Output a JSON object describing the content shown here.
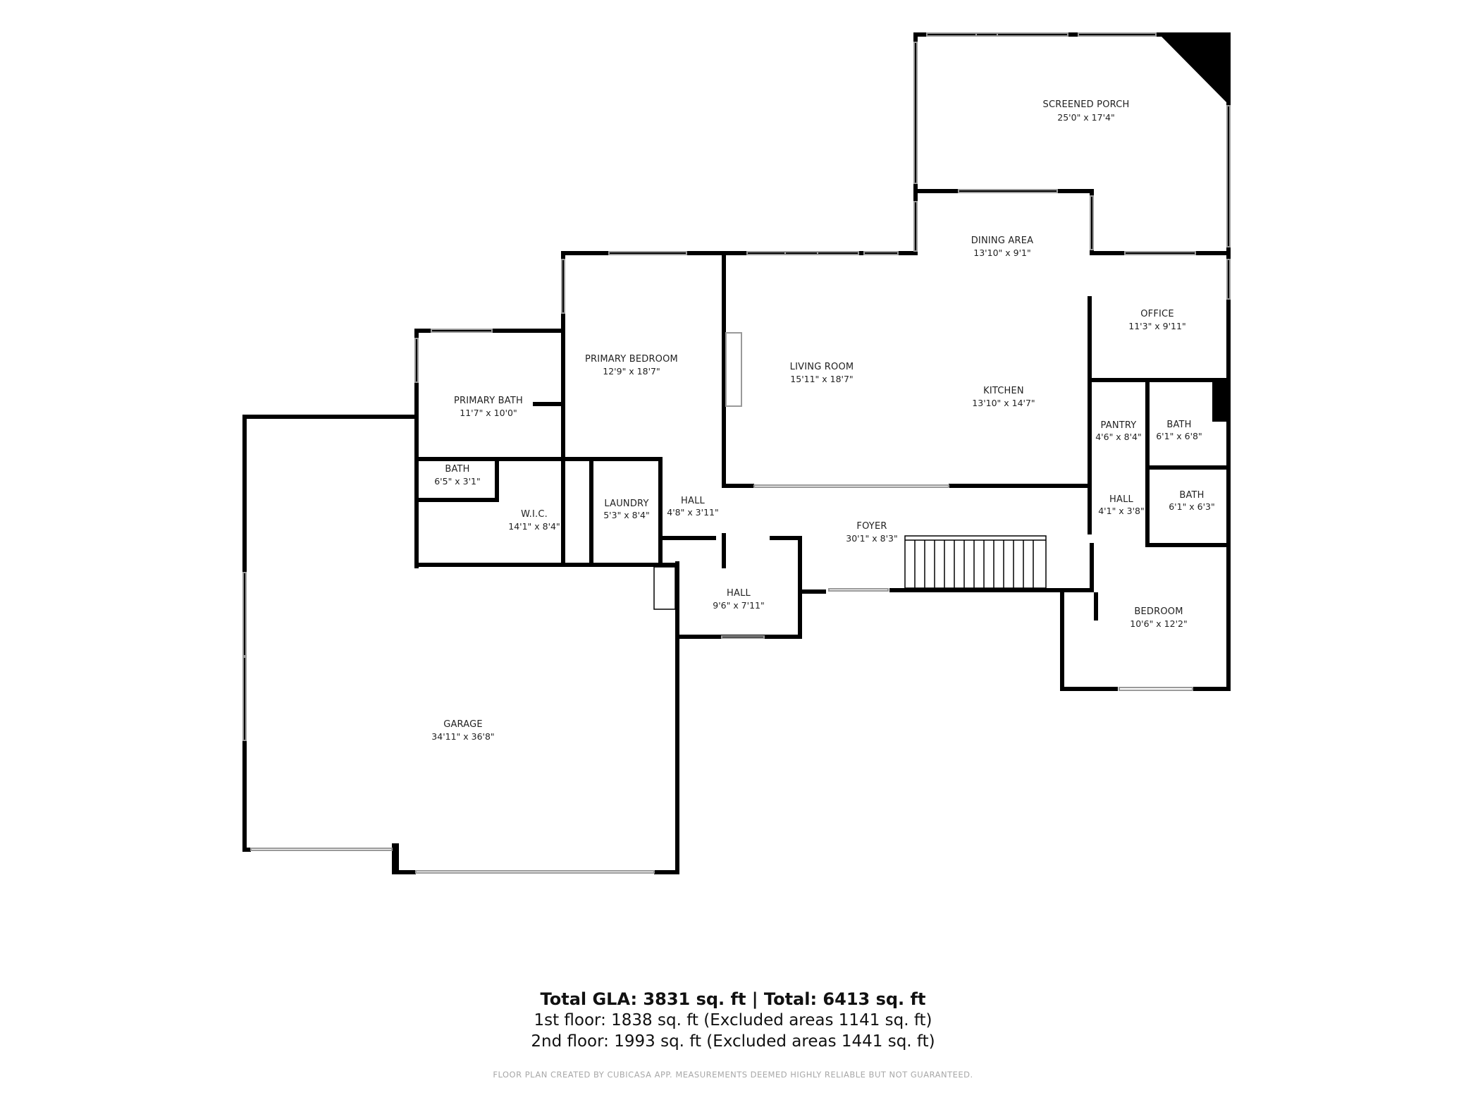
{
  "rooms": [
    {
      "id": "screened-porch",
      "name": "SCREENED PORCH",
      "dims": "25'0\" x 17'4\""
    },
    {
      "id": "dining-area",
      "name": "DINING AREA",
      "dims": "13'10\" x 9'1\""
    },
    {
      "id": "office",
      "name": "OFFICE",
      "dims": "11'3\" x 9'11\""
    },
    {
      "id": "primary-bedroom",
      "name": "PRIMARY BEDROOM",
      "dims": "12'9\" x 18'7\""
    },
    {
      "id": "living-room",
      "name": "LIVING ROOM",
      "dims": "15'11\" x 18'7\""
    },
    {
      "id": "kitchen",
      "name": "KITCHEN",
      "dims": "13'10\" x 14'7\""
    },
    {
      "id": "primary-bath",
      "name": "PRIMARY BATH",
      "dims": "11'7\" x 10'0\""
    },
    {
      "id": "pantry",
      "name": "PANTRY",
      "dims": "4'6\" x 8'4\""
    },
    {
      "id": "bath-upper",
      "name": "BATH",
      "dims": "6'1\" x 6'8\""
    },
    {
      "id": "bath-small",
      "name": "BATH",
      "dims": "6'5\" x 3'1\""
    },
    {
      "id": "wic",
      "name": "W.I.C.",
      "dims": "14'1\" x 8'4\""
    },
    {
      "id": "laundry",
      "name": "LAUNDRY",
      "dims": "5'3\" x 8'4\""
    },
    {
      "id": "hall-left",
      "name": "HALL",
      "dims": "4'8\" x 3'11\""
    },
    {
      "id": "hall-right",
      "name": "HALL",
      "dims": "4'1\" x 3'8\""
    },
    {
      "id": "bath-lower",
      "name": "BATH",
      "dims": "6'1\" x 6'3\""
    },
    {
      "id": "foyer",
      "name": "FOYER",
      "dims": "30'1\" x 8'3\""
    },
    {
      "id": "hall-lower",
      "name": "HALL",
      "dims": "9'6\" x 7'11\""
    },
    {
      "id": "bedroom",
      "name": "BEDROOM",
      "dims": "10'6\" x 12'2\""
    },
    {
      "id": "garage",
      "name": "GARAGE",
      "dims": "34'11\" x 36'8\""
    }
  ],
  "summary": {
    "total": "Total GLA: 3831 sq. ft | Total: 6413 sq. ft",
    "floor1": "1st floor: 1838 sq. ft (Excluded areas 1141 sq. ft)",
    "floor2": "2nd floor: 1993 sq. ft (Excluded areas 1441 sq. ft)",
    "disclaimer": "FLOOR PLAN CREATED BY CUBICASA APP. MEASUREMENTS DEEMED HIGHLY RELIABLE BUT NOT GUARANTEED."
  },
  "colors": {
    "wall": "#000000",
    "window": "#9a9a9a",
    "background": "#ffffff"
  }
}
